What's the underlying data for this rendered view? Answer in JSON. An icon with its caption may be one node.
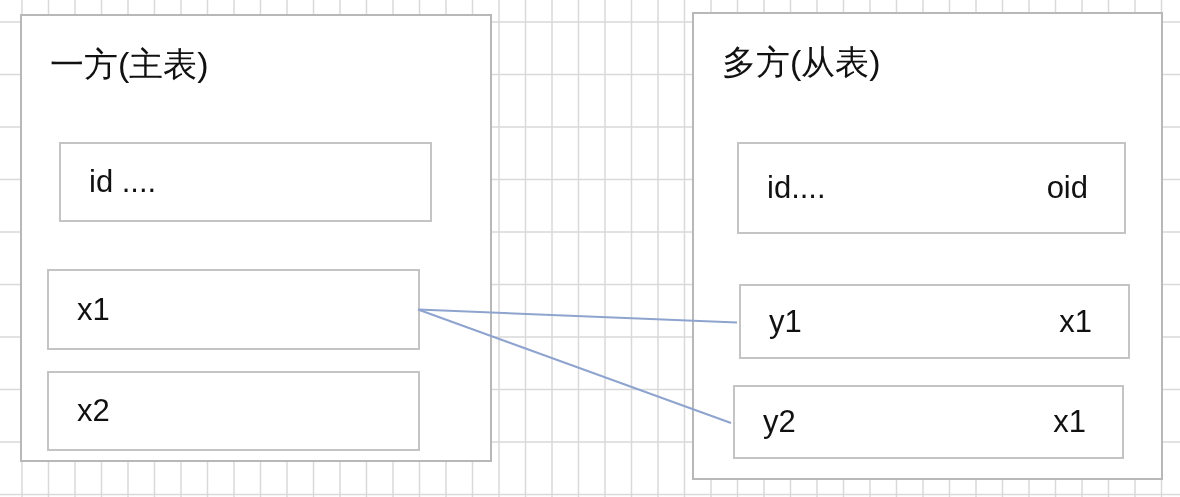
{
  "diagram": {
    "nodes": [
      {
        "text": [
          "一方(主表)"
        ]
      },
      {
        "text": [
          "id ...."
        ],
        "in": 0
      },
      {
        "text": [
          "x1"
        ],
        "in": 0
      },
      {
        "text": [
          "x2"
        ],
        "in": 0
      },
      {
        "text": [
          "多方(从表)"
        ]
      },
      {
        "text": [
          "id....",
          "oid"
        ],
        "in": 4
      },
      {
        "text": [
          "y1",
          "x1"
        ],
        "in": 4
      },
      {
        "text": [
          "y2",
          "x1"
        ],
        "in": 4
      }
    ],
    "edges": [
      {
        "from": 2,
        "to": 6,
        "arrow": "none"
      },
      {
        "from": 2,
        "to": 7,
        "arrow": "none"
      }
    ]
  }
}
